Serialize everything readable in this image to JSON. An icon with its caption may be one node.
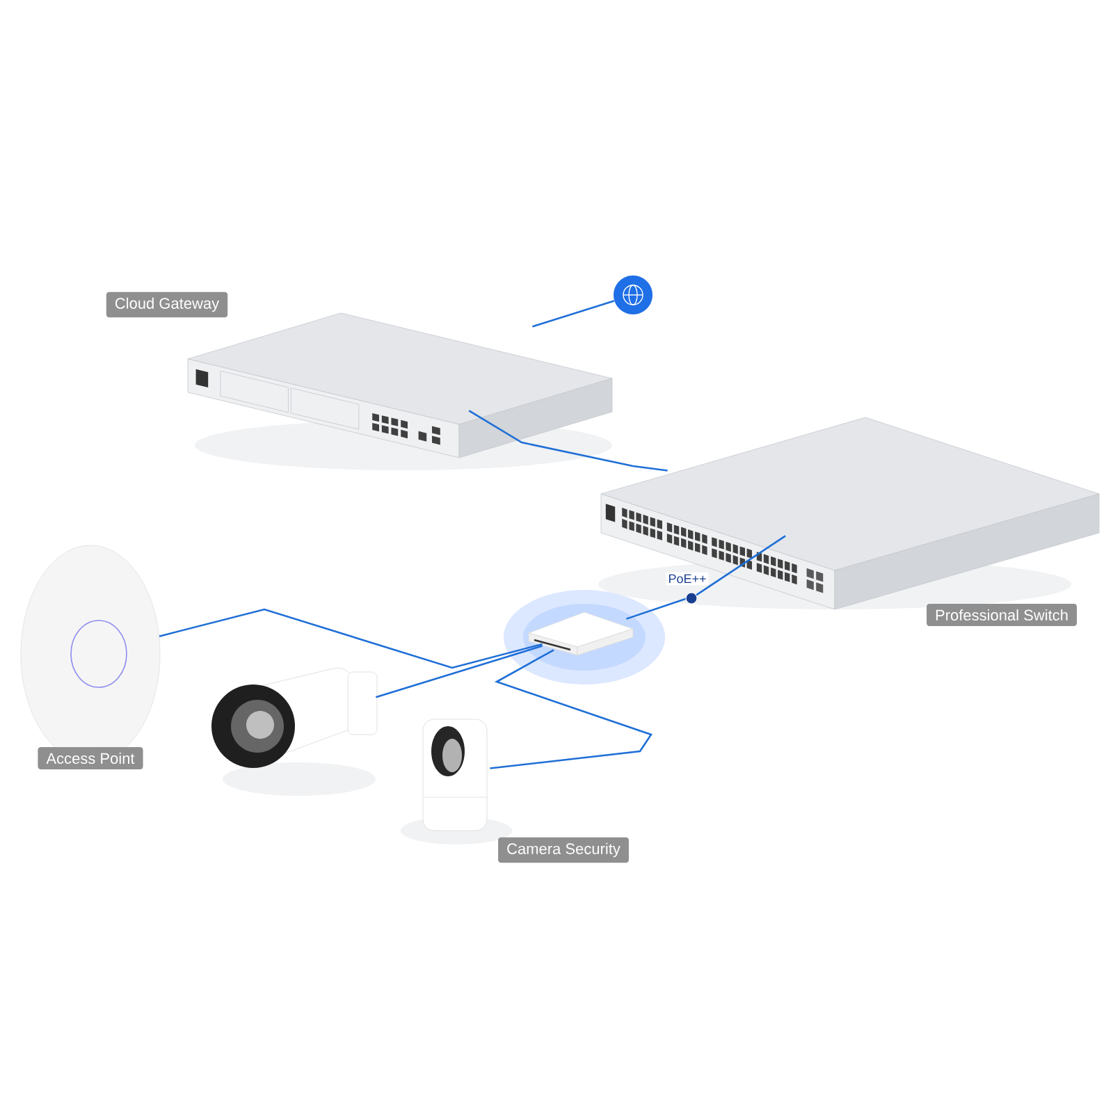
{
  "diagram": {
    "nodes": [
      {
        "text": [],
        "shape": "circle"
      },
      {
        "text": [
          "Cloud Gateway"
        ]
      },
      {
        "text": [
          "Professional Switch"
        ]
      },
      {
        "text": [],
        "shape": "box"
      },
      {
        "text": [
          "Access Point"
        ]
      },
      {
        "text": [],
        "shape": "picture"
      },
      {
        "text": [
          "Camera Security"
        ]
      }
    ],
    "edges": [
      {
        "from": 0,
        "to": 1,
        "arrow": "none"
      },
      {
        "from": 1,
        "to": 2,
        "arrow": "none"
      },
      {
        "from": 3,
        "to": 2,
        "arrow": "none",
        "label": "PoE++"
      },
      {
        "from": 3,
        "to": 4,
        "arrow": "none"
      },
      {
        "from": 3,
        "to": 5,
        "arrow": "none"
      },
      {
        "from": 3,
        "to": 6,
        "arrow": "none"
      }
    ]
  }
}
